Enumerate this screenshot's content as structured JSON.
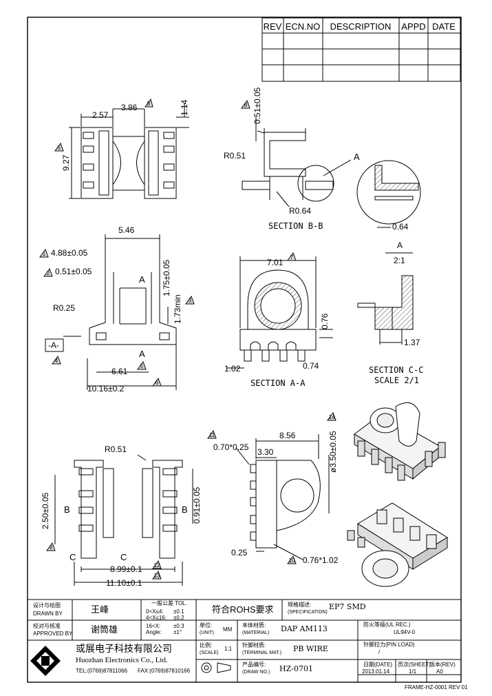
{
  "revision_table": {
    "headers": [
      "REV",
      "ECN.NO",
      "DESCRIPTION",
      "APPD",
      "DATE"
    ]
  },
  "top_view": {
    "dims": [
      "2.57",
      "3.86",
      "1.14",
      "9.27"
    ],
    "markers": [
      "8",
      "5"
    ]
  },
  "section_bb": {
    "title": "SECTION B-B",
    "dims": [
      "0.51±0.05",
      "R0.51",
      "R0.64"
    ],
    "marker": "8",
    "callout": "A"
  },
  "detail_a": {
    "dim": "0.64",
    "label": "A",
    "scale": "2:1"
  },
  "side_view": {
    "dims": [
      "5.46",
      "4.88±0.05",
      "0.51±0.05",
      "1.75±0.05",
      "1.73min",
      "R0.25",
      "6.61",
      "10.16±0.2"
    ],
    "datum": "-A-",
    "section_marks": [
      "A",
      "A"
    ],
    "markers": [
      "1",
      "2",
      "3",
      "4",
      "5",
      "6"
    ]
  },
  "section_aa": {
    "title": "SECTION A-A",
    "dims": [
      "7.01",
      "0.76",
      "1.02",
      "0.74"
    ],
    "marker": "7"
  },
  "section_cc": {
    "title": "SECTION C-C",
    "scale": "SCALE 2/1",
    "dim": "1.37"
  },
  "bottom_view": {
    "dims": [
      "R0.51",
      "2.50±0.05",
      "0.91±0.05",
      "8.99±0.1",
      "11.10±0.1"
    ],
    "section_marks": [
      "B",
      "B",
      "C",
      "C"
    ],
    "markers": [
      "9",
      "12",
      "13"
    ]
  },
  "end_view": {
    "dims": [
      "0.70*0.25",
      "8.56",
      "3.30",
      "ø3.50±0.05",
      "0.25",
      "0.76*1.02"
    ],
    "markers": [
      "11",
      "14",
      "10"
    ]
  },
  "title_block": {
    "drawn_by_cn": "设计与绘图",
    "drawn_by_en": "DRAWN BY",
    "drawn_by_name": "王峰",
    "approved_by_cn": "校对与核准",
    "approved_by_en": "APPROVED BY",
    "approved_by_name": "谢筒雄",
    "tol_title": "一般公差 TOL.",
    "tol_rows": [
      [
        "0<X≤4:",
        "±0.1"
      ],
      [
        "4<X≤16:",
        "±0.2"
      ],
      [
        "16<X:",
        "±0.3"
      ],
      [
        "Angle:",
        "±1°"
      ]
    ],
    "rohs": "符合ROHS要求",
    "spec_label_cn": "规格描述:",
    "spec_label_en": "(SPECIFICATION)",
    "spec_value": "EP7 SMD",
    "unit_cn": "单位:",
    "unit_en": "(UNIT)",
    "unit_value": "MM",
    "material_cn": "本体材质:",
    "material_en": "(MATERIAL)",
    "material_value": "DAP AM113",
    "ul_label": "防火等级(UL REC.)",
    "ul_value": "UL94V-0",
    "scale_cn": "比例:",
    "scale_en": "(SCALE)",
    "scale_value": "1:1",
    "terminal_cn": "针脚材质:",
    "terminal_en": "(TERMINAL MAT.)",
    "terminal_value": "PB WIRE",
    "pin_load_label": "针脚拉力(PIN LOAD)",
    "pin_load_value": "/",
    "drawno_cn": "产品编号:",
    "drawno_en": "(DRAW NO.)",
    "drawno_value": "HZ-0701",
    "date_label": "日期(DATE)",
    "date_value": "2013.01.14",
    "sheet_label": "页次(SHEET)",
    "sheet_value": "1/1",
    "rev_label": "版本(REV)",
    "rev_value": "A0",
    "company_cn": "或展电子科技有限公司",
    "company_en": "Huozhan Electronics Co., Ltd.",
    "tel": "TEL:(0769)87811066",
    "fax": "FAX:(0769)87810166",
    "frame_id": "FRAME-HZ-0001 REV 01"
  }
}
